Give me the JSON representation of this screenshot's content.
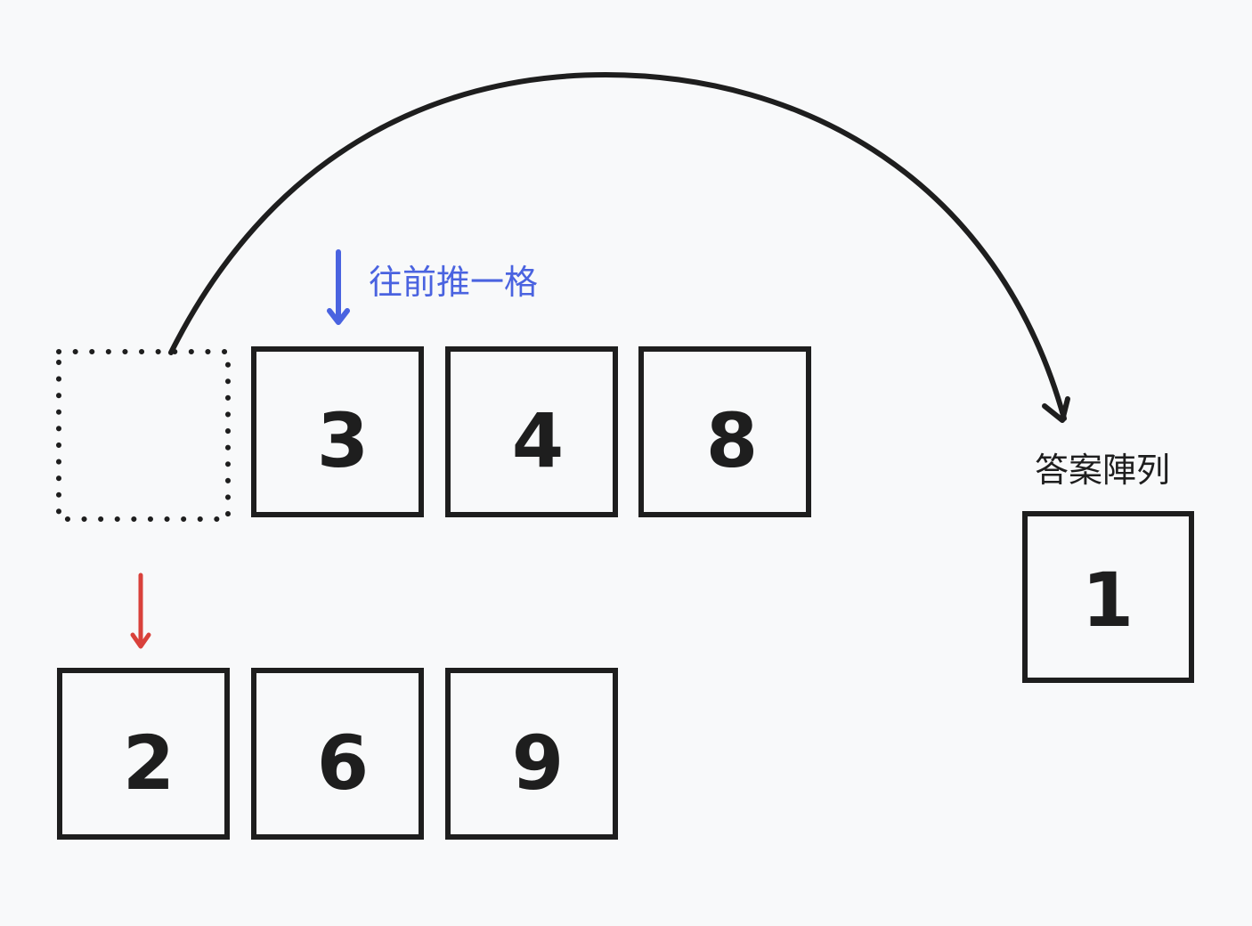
{
  "top_row": {
    "values": [
      "3",
      "4",
      "8"
    ]
  },
  "bottom_row": {
    "values": [
      "2",
      "6",
      "9"
    ]
  },
  "answer": {
    "label": "答案陣列",
    "values": [
      "1"
    ]
  },
  "pointer_label": "往前推一格",
  "colors": {
    "background": "#f8f9fa",
    "stroke": "#1e1e1e",
    "blue_arrow": "#4a63e0",
    "red_arrow": "#d9413b"
  }
}
